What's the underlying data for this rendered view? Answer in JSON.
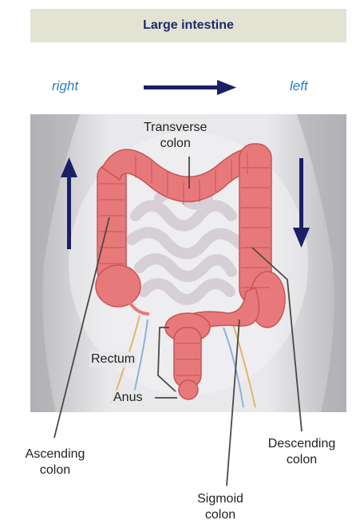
{
  "header": {
    "title": "Large intestine"
  },
  "direction": {
    "right": "right",
    "left": "left"
  },
  "labels": {
    "transverse": [
      "Transverse",
      "colon"
    ],
    "rectum": "Rectum",
    "anus": "Anus",
    "ascending": [
      "Ascending",
      "colon"
    ],
    "descending": [
      "Descending",
      "colon"
    ],
    "sigmoid": [
      "Sigmoid",
      "colon"
    ]
  },
  "colors": {
    "header_bg": "#e3e3d4",
    "header_text": "#1f2a66",
    "direction_text": "#2b7fc1",
    "arrow": "#1b1f66",
    "colon": "#e8797a",
    "small_intestine": "#d9d2d8"
  }
}
